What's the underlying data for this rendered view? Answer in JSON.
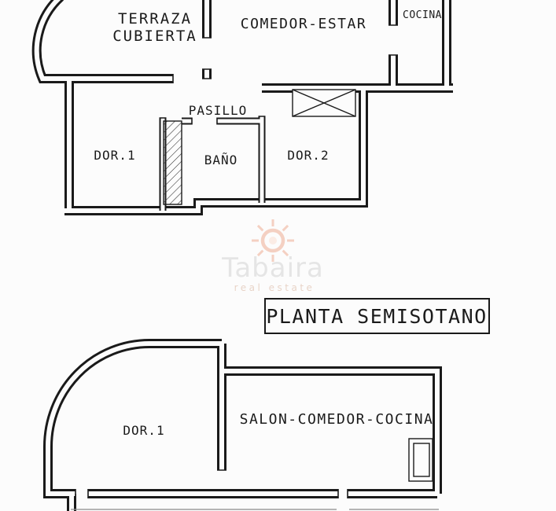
{
  "colors": {
    "wall": "#1a1a1a",
    "background": "#fcfcfc",
    "watermark_text": "#d6d6d6",
    "watermark_accent": "#f0b49c"
  },
  "upper_plan": {
    "terraza_line1": "TERRAZA",
    "terraza_line2": "CUBIERTA",
    "comedor_label": "COMEDOR-ESTAR",
    "cocina_label": "COCINA",
    "pasillo_label": "PASILLO",
    "dor1_label": "DOR.1",
    "bano_label": "BAÑO",
    "dor2_label": "DOR.2"
  },
  "watermark": {
    "brand": "Tabaira",
    "tagline": "real estate"
  },
  "section_title": {
    "label": "PLANTA SEMISOTANO"
  },
  "lower_plan": {
    "dor1_label": "DOR.1",
    "salon_label": "SALON-COMEDOR-COCINA"
  }
}
